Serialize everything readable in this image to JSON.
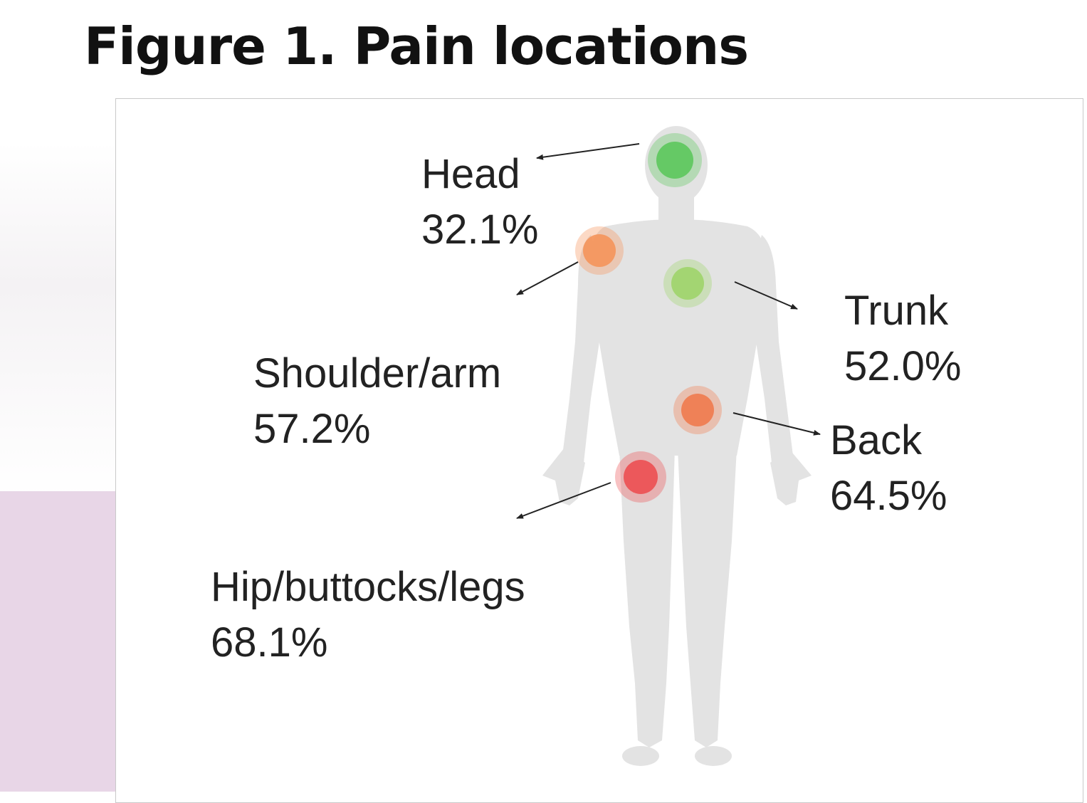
{
  "title": "Figure 1. Pain locations",
  "regions": [
    {
      "id": "head",
      "name": "Head",
      "percent": "32.1%",
      "value": 32.1,
      "color": "#5cc65c"
    },
    {
      "id": "shoulder",
      "name": "Shoulder/arm",
      "percent": "57.2%",
      "value": 57.2,
      "color": "#f5935a"
    },
    {
      "id": "trunk",
      "name": "Trunk",
      "percent": "52.0%",
      "value": 52.0,
      "color": "#9fd46a"
    },
    {
      "id": "back",
      "name": "Back",
      "percent": "64.5%",
      "value": 64.5,
      "color": "#f07a4e"
    },
    {
      "id": "hip",
      "name": "Hip/buttocks/legs",
      "percent": "68.1%",
      "value": 68.1,
      "color": "#ec4f52"
    }
  ]
}
